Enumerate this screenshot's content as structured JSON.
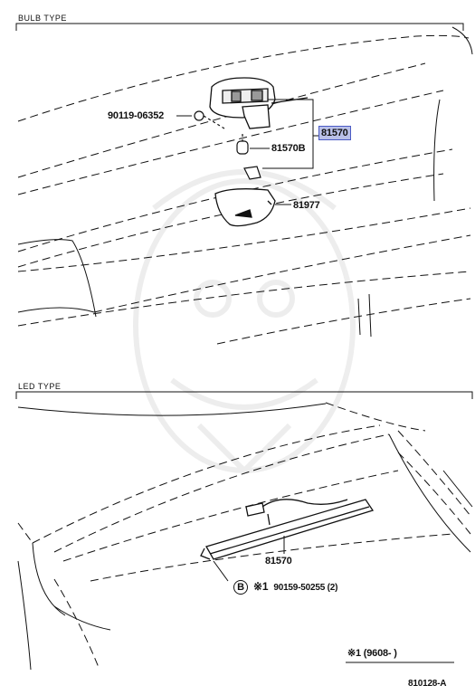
{
  "sections": {
    "bulb": {
      "title": "BULB TYPE"
    },
    "led": {
      "title": "LED TYPE"
    }
  },
  "parts": {
    "screw": "90119-06352",
    "lamp_assy": "81570",
    "bulb": "81570B",
    "cover": "81977",
    "led_lamp": "81570",
    "led_screw": "90159-50255 (2)"
  },
  "markers": {
    "circle_b": "B",
    "note_mark": "※1"
  },
  "footnote": {
    "text": "※1 (9608-       )"
  },
  "diagram_code": "810128-A"
}
